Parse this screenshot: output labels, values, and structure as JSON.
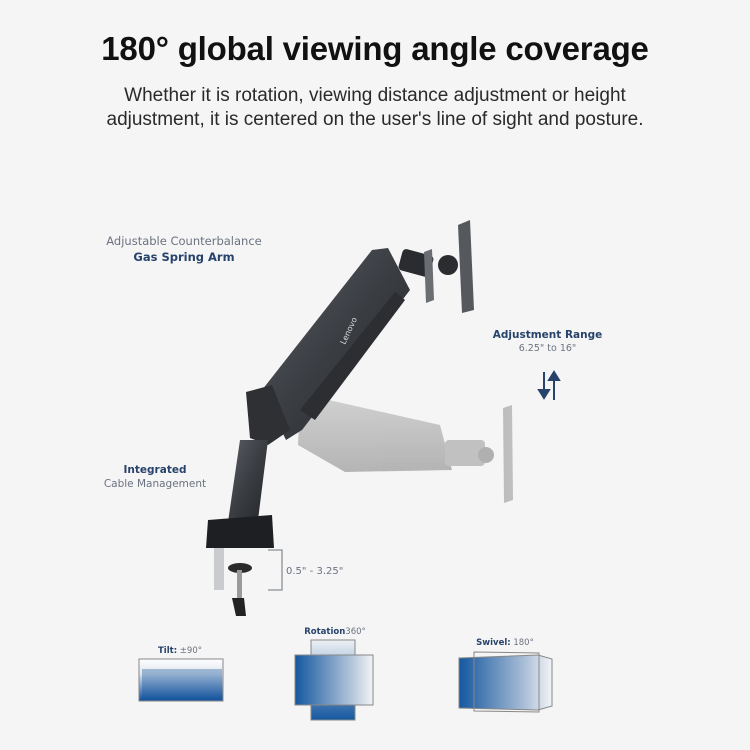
{
  "header": {
    "title": "180° global viewing angle coverage",
    "subtitle_line1": "Whether it is rotation, viewing distance adjustment or height",
    "subtitle_line2": "adjustment, it is centered on the user's line of sight and posture."
  },
  "callouts": {
    "arm": {
      "line1": "Adjustable Counterbalance",
      "line2": "Gas Spring Arm"
    },
    "range": {
      "title": "Adjustment Range",
      "value": "6.25\" to 16\"",
      "icon": "up-down-arrows-icon"
    },
    "cable": {
      "line1": "Integrated",
      "line2": "Cable Management"
    },
    "clamp": {
      "value": "0.5\" - 3.25\""
    }
  },
  "brand": {
    "logo_text": "Lenovo"
  },
  "features": [
    {
      "name": "Tilt:",
      "value": "±90°"
    },
    {
      "name": "Rotation",
      "value": "360°"
    },
    {
      "name": "Swivel:",
      "value": "180°"
    }
  ],
  "colors": {
    "background": "#f5f5f5",
    "accent_blue": "#1f5fa8",
    "label_blue": "#27436b",
    "arm_dark": "#3a3d42"
  }
}
